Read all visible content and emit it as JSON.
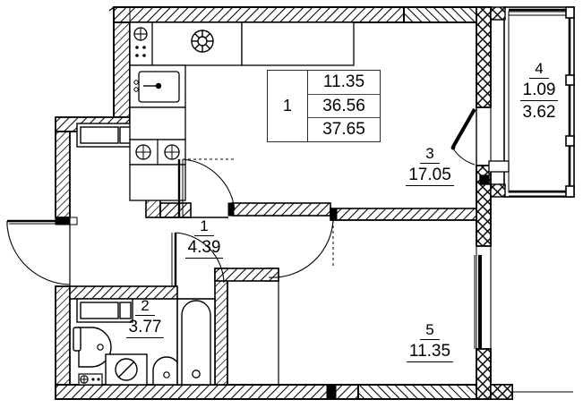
{
  "plan": {
    "type": "apartment-floor-plan",
    "style": "black-and-white architectural drawing",
    "legend_table": {
      "key": "1",
      "values": [
        "11.35",
        "36.56",
        "37.65"
      ]
    },
    "rooms": [
      {
        "id": "hall",
        "number": "1",
        "area": "4.39"
      },
      {
        "id": "bathroom",
        "number": "2",
        "area": "3.77"
      },
      {
        "id": "kitchen-living",
        "number": "3",
        "area": "17.05"
      },
      {
        "id": "balcony",
        "number": "4",
        "area": "1.09",
        "area2": "3.62"
      },
      {
        "id": "bedroom",
        "number": "5",
        "area": "11.35"
      }
    ],
    "fixtures": [
      "kitchen-sink",
      "cooktop-four-burner",
      "range-hood-fan",
      "upper-cabinets",
      "base-cabinets",
      "toilet",
      "washbasin",
      "washing-machine",
      "bidet",
      "bathtub",
      "entrance-door",
      "interior-doors",
      "balcony-doors",
      "windows"
    ],
    "colors": {
      "line": "#000000",
      "wall_fill": "#ffffff",
      "background": "#ffffff",
      "table_border": "#2b2b2b"
    }
  }
}
